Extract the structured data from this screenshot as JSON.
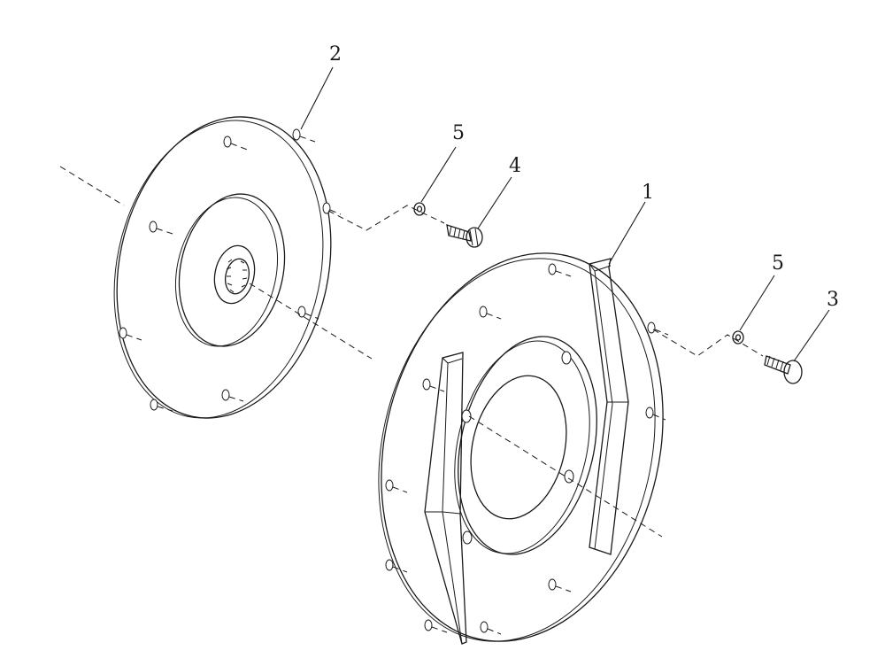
{
  "callouts": {
    "c1": "1",
    "c2": "2",
    "c3": "3",
    "c4": "4",
    "c5a": "5",
    "c5b": "5"
  }
}
